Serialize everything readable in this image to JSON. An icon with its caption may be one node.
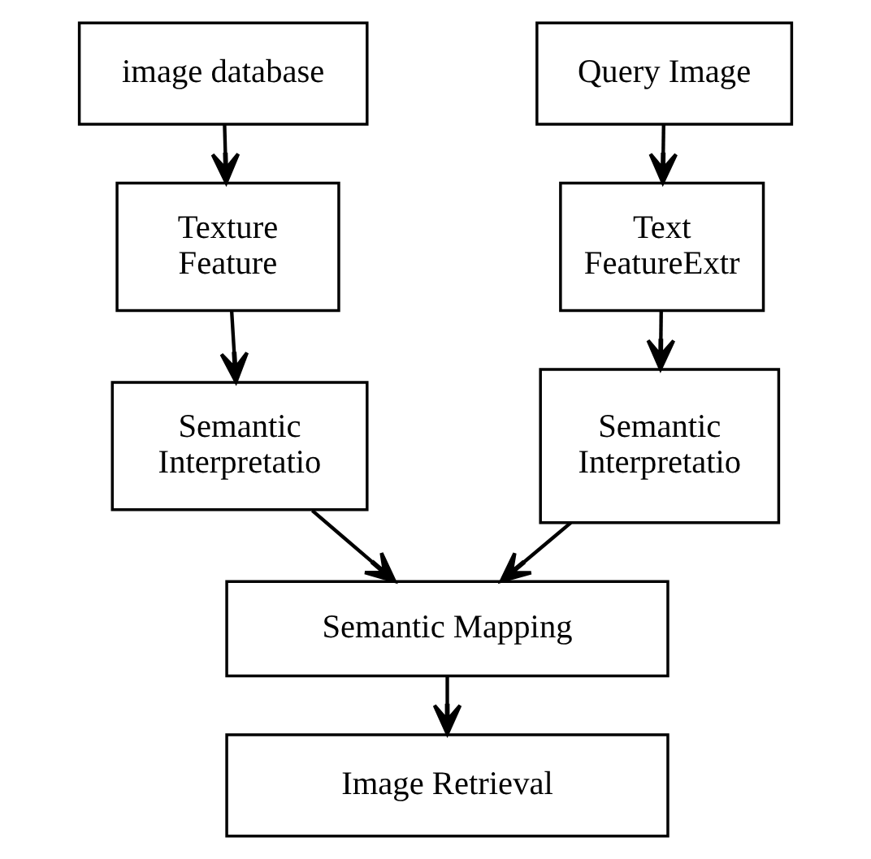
{
  "diagram": {
    "nodes": [
      {
        "text": [
          "image database"
        ]
      },
      {
        "text": [
          "Texture Feature"
        ]
      },
      {
        "text": [
          "Semantic Interpretatio"
        ]
      },
      {
        "text": [
          "Query Image"
        ]
      },
      {
        "text": [
          "Text FeatureExtr"
        ]
      },
      {
        "text": [
          "Semantic Interpretatio"
        ]
      },
      {
        "text": [
          "Semantic Mapping"
        ]
      },
      {
        "text": [
          "Image Retrieval"
        ]
      }
    ],
    "edges": [
      {
        "from": 0,
        "to": 1,
        "arrow": "to"
      },
      {
        "from": 1,
        "to": 2,
        "arrow": "to"
      },
      {
        "from": 3,
        "to": 4,
        "arrow": "to"
      },
      {
        "from": 4,
        "to": 5,
        "arrow": "to"
      },
      {
        "from": 2,
        "to": 6,
        "arrow": "to"
      },
      {
        "from": 5,
        "to": 6,
        "arrow": "to"
      },
      {
        "from": 6,
        "to": 7,
        "arrow": "to"
      }
    ]
  }
}
